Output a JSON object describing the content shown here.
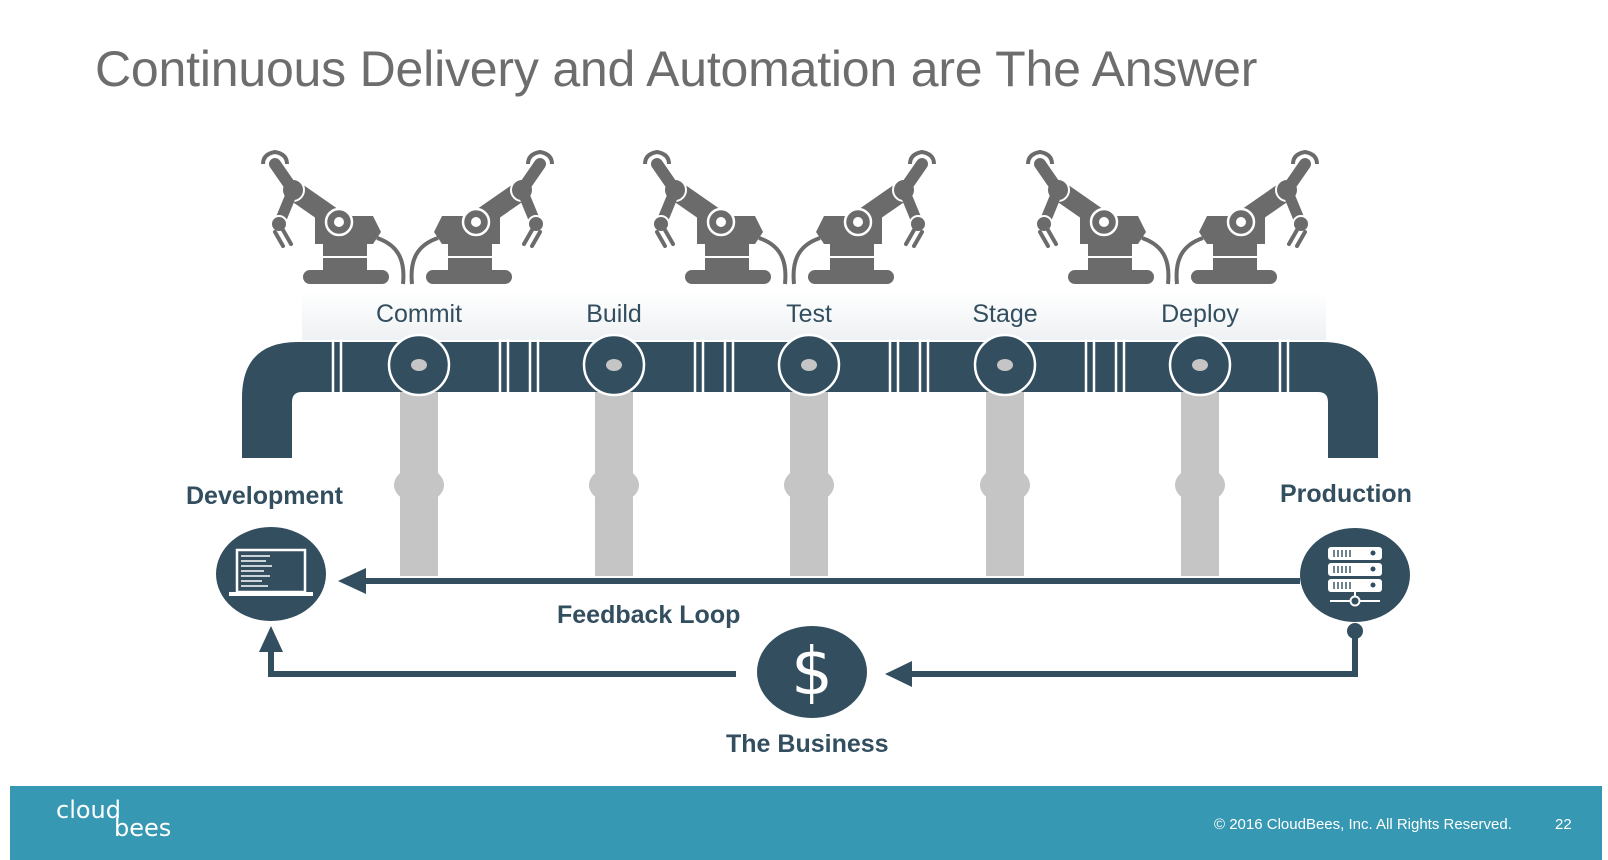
{
  "slide": {
    "title": "Continuous Delivery and Automation are The Answer",
    "page_number": "22"
  },
  "pipeline": {
    "stages": [
      {
        "label": "Commit"
      },
      {
        "label": "Build"
      },
      {
        "label": "Test"
      },
      {
        "label": "Stage"
      },
      {
        "label": "Deploy"
      }
    ],
    "robot_arm_count": 6
  },
  "nodes": {
    "development": {
      "label": "Development",
      "icon": "laptop-icon"
    },
    "production": {
      "label": "Production",
      "icon": "server-icon"
    },
    "business": {
      "label": "The Business",
      "icon": "dollar-icon",
      "symbol": "$"
    }
  },
  "loops": {
    "feedback_label": "Feedback Loop"
  },
  "footer": {
    "logo_line1": "cloud",
    "logo_line2": "bees",
    "copyright": "© 2016 CloudBees, Inc. All Rights Reserved."
  },
  "colors": {
    "pipe": "#324e5f",
    "support": "#c5c5c5",
    "robot": "#6b6b6b",
    "title": "#6d6d6d",
    "footer_bg": "#3698b2"
  }
}
